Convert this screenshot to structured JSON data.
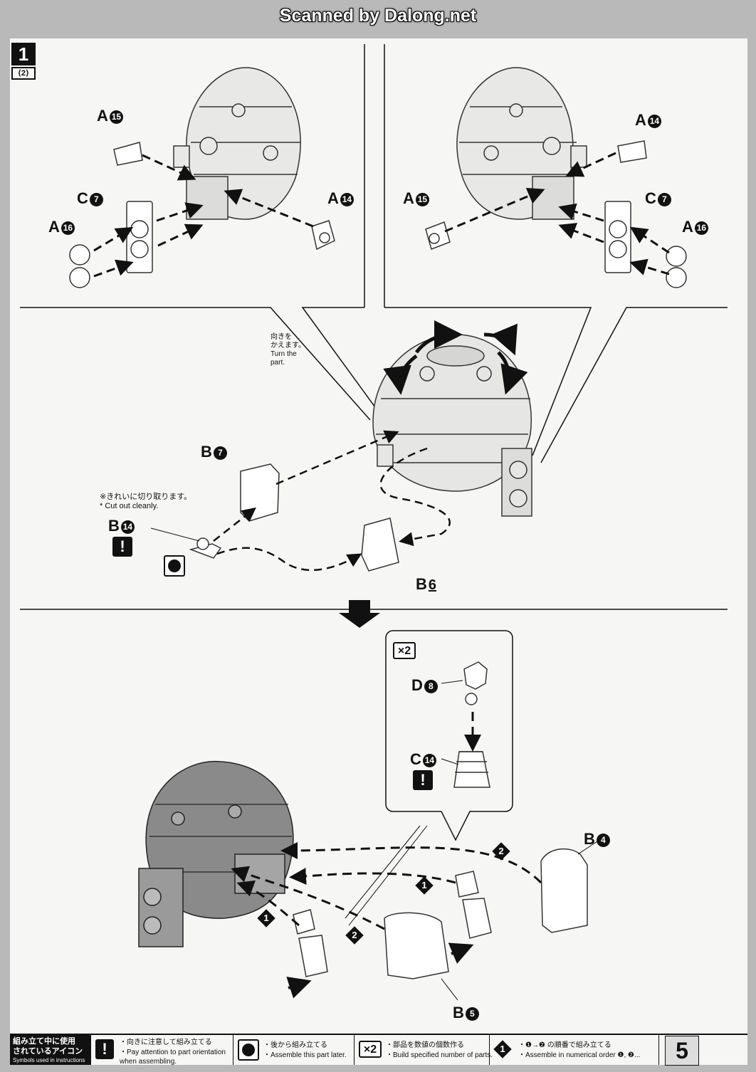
{
  "header": {
    "scan_credit": "Scanned by Dalong.net"
  },
  "step": {
    "number": "1",
    "sub": "⟨2⟩"
  },
  "parts": {
    "tl_a15": {
      "letter": "A",
      "num": "15"
    },
    "tl_a14": {
      "letter": "A",
      "num": "14"
    },
    "tl_c7": {
      "letter": "C",
      "num": "7"
    },
    "tl_a16": {
      "letter": "A",
      "num": "16"
    },
    "tr_a14": {
      "letter": "A",
      "num": "14"
    },
    "tr_a15": {
      "letter": "A",
      "num": "15"
    },
    "tr_c7": {
      "letter": "C",
      "num": "7"
    },
    "tr_a16": {
      "letter": "A",
      "num": "16"
    },
    "b7": {
      "letter": "B",
      "num": "7"
    },
    "b14": {
      "letter": "B",
      "num": "14"
    },
    "b6": {
      "letter": "B",
      "num": "6"
    },
    "d8": {
      "letter": "D",
      "num": "8"
    },
    "c14": {
      "letter": "C",
      "num": "14"
    },
    "b4": {
      "letter": "B",
      "num": "4"
    },
    "b5": {
      "letter": "B",
      "num": "5"
    }
  },
  "notes": {
    "turn_jp1": "向きを",
    "turn_jp2": "かえます。",
    "turn_en1": "Turn the",
    "turn_en2": "part.",
    "cut_jp": "※きれいに切り取ります。",
    "cut_en": "* Cut out cleanly."
  },
  "badges": {
    "warn": "!",
    "x2": "×2",
    "step1": "1",
    "step2": "2"
  },
  "legend": {
    "head_jp1": "組み立て中に使用",
    "head_jp2": "されているアイコン",
    "head_en": "Symbols used in instructions",
    "item_warn_jp": "・向きに注意して組み立てる",
    "item_warn_en1": "・Pay attention to part orientation",
    "item_warn_en2": "when assembling.",
    "item_later_jp": "・後から組み立てる",
    "item_later_en": "・Assemble this part later.",
    "item_x2_jp": "・部品を数値の個数作る",
    "item_x2_en": "・Build specified number of parts.",
    "item_order_jp": "・❶→❷ の順番で組み立てる",
    "item_order_en": "・Assemble in numerical order ❶, ❷..."
  },
  "page_number": "5"
}
